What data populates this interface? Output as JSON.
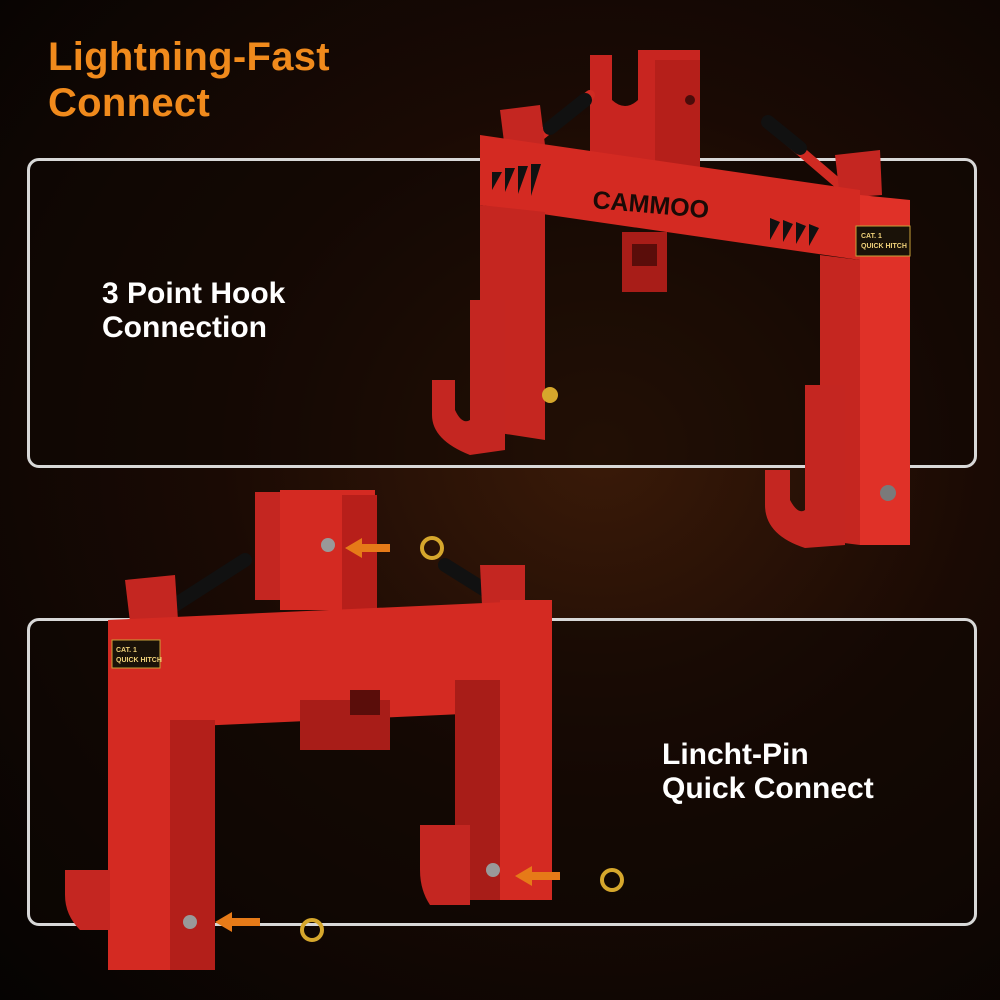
{
  "headline": {
    "line1": "Lightning-Fast",
    "line2": "Connect"
  },
  "features": [
    {
      "line1": "3 Point Hook",
      "line2": "Connection"
    },
    {
      "line1": "Lincht-Pin",
      "line2": "Quick Connect"
    }
  ],
  "product": {
    "brand": "CAMMOO",
    "plate_line1": "CAT. 1",
    "plate_line2": "QUICK HITCH"
  },
  "colors": {
    "accent": "#f08a1c",
    "hitch_red": "#d42a22",
    "hitch_shadow": "#8e1612",
    "background": "#1a0a04"
  }
}
